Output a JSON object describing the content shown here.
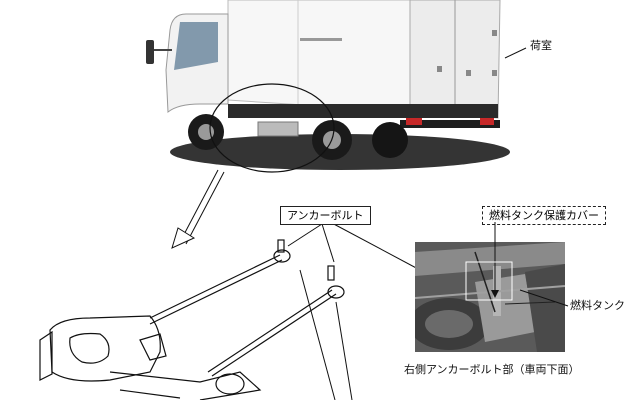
{
  "labels": {
    "cargo_room": "荷室",
    "anchor_bolt": "アンカーボルト",
    "fuel_tank_cover": "燃料タンク保護カバー",
    "fuel_tank": "燃料タンク",
    "photo_caption": "右側アンカーボルト部（車両下面）"
  },
  "colors": {
    "truck_box": "#ffffff",
    "truck_cab": "#f4f4f4",
    "shadow": "#1a1a1a",
    "line": "#111111",
    "photo_bg": "#5a5a5a",
    "tail_light": "#c62828"
  }
}
